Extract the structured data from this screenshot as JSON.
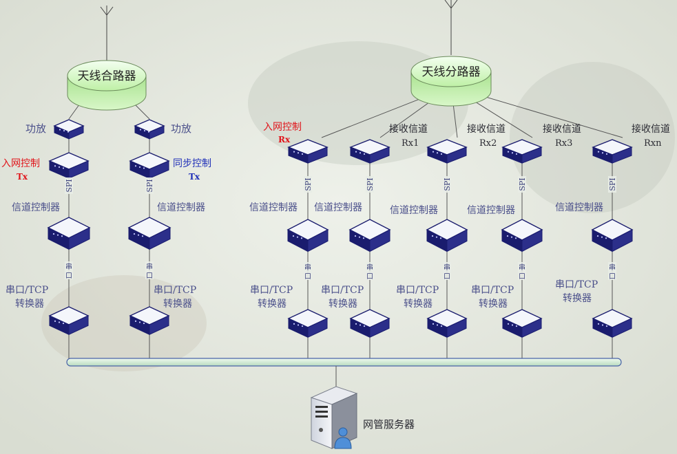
{
  "colors": {
    "device_top": "#f4f6fb",
    "device_side": "#1a1c6e",
    "bus_fill": "#d6ecd8",
    "bus_stroke": "#4a63a8",
    "antenna_fill": "#c9f2b8",
    "label_default": "#4a4f8a",
    "label_red": "#e0141a",
    "label_blue": "#1f2fb8"
  },
  "combiner": {
    "label": "天线合路器"
  },
  "splitter": {
    "label": "天线分路器"
  },
  "labels": {
    "power_amp": "功放",
    "net_entry": "入网控制",
    "sync": "同步控制",
    "tx": "Tx",
    "rx": "Rx",
    "receive_channel": "接收信道",
    "rx1": "Rx1",
    "rx2": "Rx2",
    "rx3": "Rx3",
    "rxn": "Rxn",
    "spi": "SPI",
    "channel_controller": "信道控制器",
    "serial_short_1": "串",
    "serial_short_2": "口",
    "serial_tcp_1": "串口/TCP",
    "serial_tcp_2": "转换器",
    "nms_server": "网管服务器"
  }
}
